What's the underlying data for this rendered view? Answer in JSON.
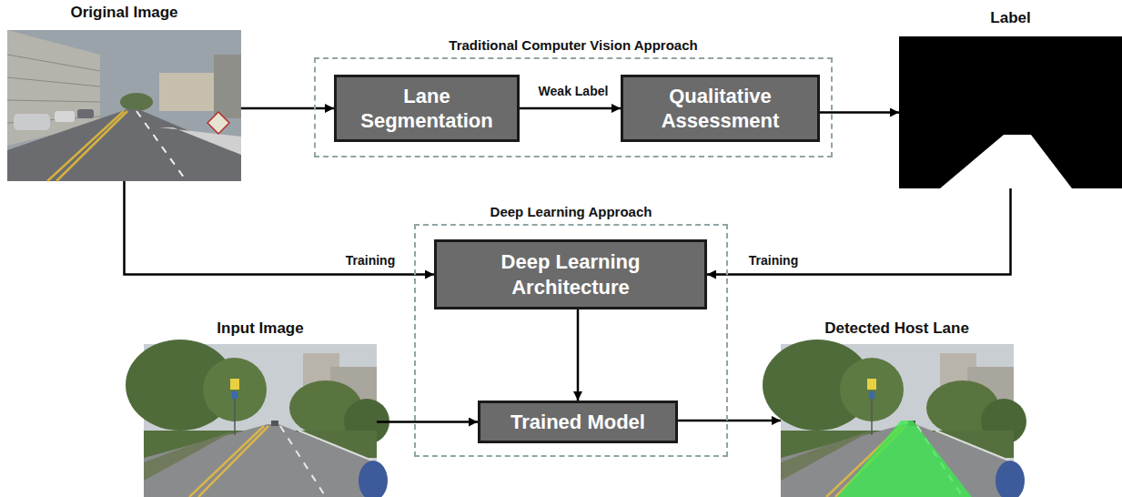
{
  "diagram": {
    "nodes": [
      {
        "text": [
          "Original Image"
        ]
      },
      {
        "text": [
          "Traditional Computer Vision Approach"
        ]
      },
      {
        "text": [
          "Lane Segmentation"
        ],
        "in": 1
      },
      {
        "text": [
          "Qualitative Assessment"
        ],
        "in": 1
      },
      {
        "text": [
          "Label"
        ]
      },
      {
        "text": [
          "Deep Learning Approach"
        ]
      },
      {
        "text": [
          "Deep Learning Architecture"
        ],
        "in": 5
      },
      {
        "text": [
          "Input Image"
        ]
      },
      {
        "text": [
          "Trained Model"
        ],
        "in": 5
      },
      {
        "text": [
          "Detected Host Lane"
        ]
      }
    ],
    "edges": [
      {
        "from": 0,
        "to": 2,
        "arrow": "to"
      },
      {
        "from": 2,
        "to": 3,
        "label": "Weak Label",
        "arrow": "to"
      },
      {
        "from": 3,
        "to": 4,
        "arrow": "to"
      },
      {
        "from": 0,
        "to": 6,
        "label": "Training",
        "arrow": "to"
      },
      {
        "from": 4,
        "to": 6,
        "label": "Training",
        "arrow": "to"
      },
      {
        "from": 6,
        "to": 8,
        "arrow": "to"
      },
      {
        "from": 7,
        "to": 8,
        "arrow": "to"
      },
      {
        "from": 8,
        "to": 9,
        "arrow": "to"
      }
    ]
  }
}
